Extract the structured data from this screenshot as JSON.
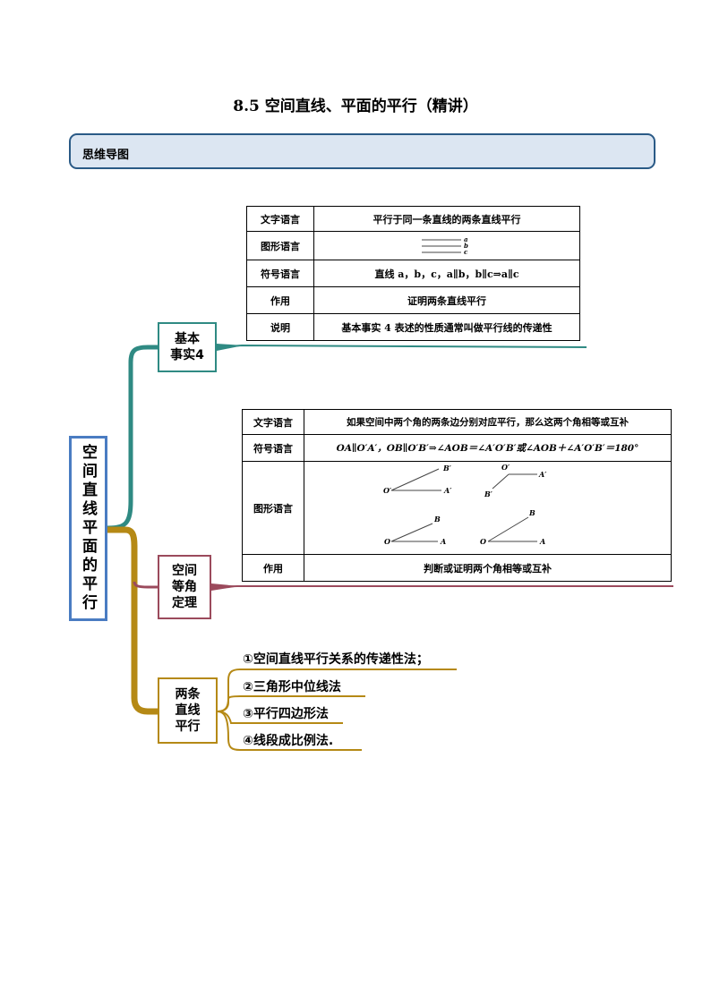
{
  "title": "8.5  空间直线、平面的平行（精讲）",
  "section_header": "思维导图",
  "root_label": "空间直线平面的平行",
  "branches": {
    "fact4": {
      "label": "基本\n事实4",
      "table": [
        {
          "key": "文字语言",
          "value": "平行于同一条直线的两条直线平行"
        },
        {
          "key": "图形语言",
          "value": ""
        },
        {
          "key": "符号语言",
          "value": "直线 a，b，c，a∥b，b∥c⇒a∥c"
        },
        {
          "key": "作用",
          "value": "证明两条直线平行"
        },
        {
          "key": "说明",
          "value": "基本事实 4 表述的性质通常叫做平行线的传递性"
        }
      ],
      "figure_labels": [
        "a",
        "b",
        "c"
      ]
    },
    "equal_angle": {
      "label": "空间\n等角\n定理",
      "table": [
        {
          "key": "文字语言",
          "value": "如果空间中两个角的两条边分别对应平行，那么这两个角相等或互补"
        },
        {
          "key": "符号语言",
          "value": "OA∥O′A′，OB∥O′B′⇒∠AOB＝∠A′O′B′或∠AOB＋∠A′O′B′＝180°"
        },
        {
          "key": "图形语言",
          "value": ""
        },
        {
          "key": "作用",
          "value": "判断或证明两个角相等或互补"
        }
      ],
      "figure_labels": {
        "b_prime": "B′",
        "a_prime": "A′",
        "o_prime": "O′",
        "b": "B",
        "a": "A",
        "o": "O"
      }
    },
    "two_lines": {
      "label": "两条\n直线\n平行",
      "methods": [
        "①空间直线平行关系的传递性法；",
        "②三角形中位线法",
        "③平行四边形法",
        "④线段成比例法."
      ]
    }
  },
  "colors": {
    "teal": "#2f8a83",
    "red": "#9b4a5c",
    "gold": "#b58915",
    "root_border": "#4a7cc2",
    "header_fill": "#dce6f2",
    "header_border": "#2a5a86"
  }
}
